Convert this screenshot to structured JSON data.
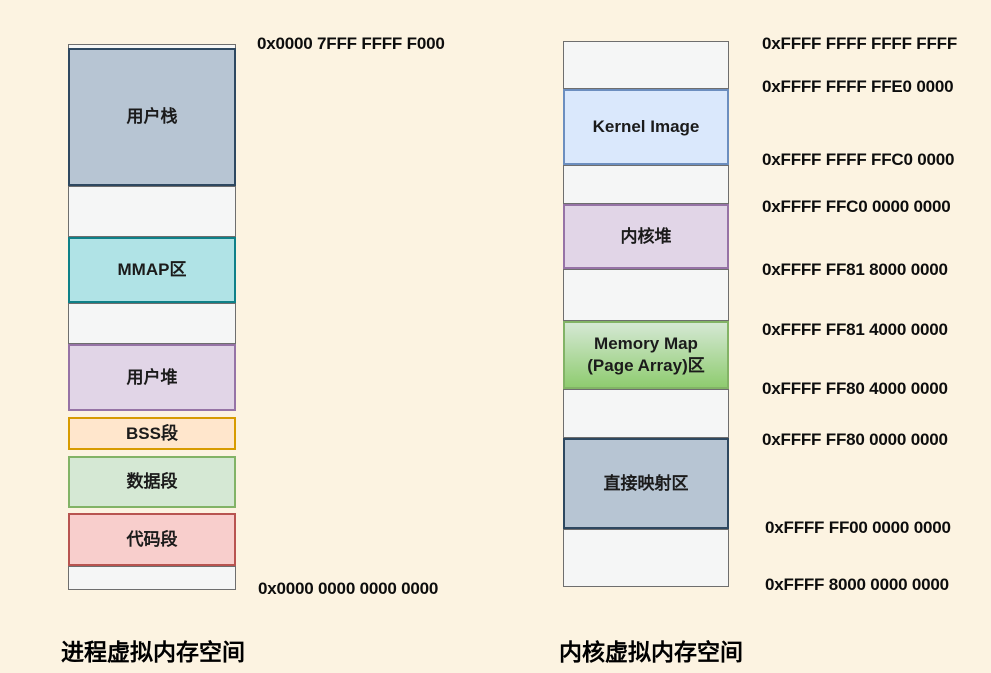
{
  "palette": {
    "page_bg": "#fcf3e1",
    "empty_fill": "#f5f6f6",
    "empty_border": "#6e6e6e",
    "blue_gray_fill": "#b7c5d3",
    "blue_gray_border": "#2e4860",
    "teal_fill": "#b0e3e6",
    "teal_border": "#0e8088",
    "purple_fill": "#e1d5e7",
    "purple_border": "#9673a6",
    "orange_fill": "#ffe6cc",
    "orange_border": "#d79b00",
    "green_fill": "#d5e8d4",
    "green_border": "#82b366",
    "red_fill": "#f8cecc",
    "red_border": "#b85450",
    "blue_fill": "#dae8fc",
    "blue_border": "#6c8ebf",
    "green_grad_top": "#d5e8d4",
    "green_grad_bottom": "#8fcc70"
  },
  "process_space": {
    "caption": "进程虚拟内存空间",
    "top_address": "0x0000 7FFF FFFF F000",
    "bottom_address": "0x0000 0000 0000 0000",
    "segments": [
      {
        "label": ""
      },
      {
        "label": "用户栈"
      },
      {
        "label": ""
      },
      {
        "label": "MMAP区"
      },
      {
        "label": ""
      },
      {
        "label": "用户堆"
      },
      {
        "label": "BSS段"
      },
      {
        "label": "数据段"
      },
      {
        "label": "代码段"
      },
      {
        "label": ""
      }
    ]
  },
  "kernel_space": {
    "caption": "内核虚拟内存空间",
    "segments": [
      {
        "label": ""
      },
      {
        "label": "Kernel Image"
      },
      {
        "label": ""
      },
      {
        "label": "内核堆"
      },
      {
        "label": ""
      },
      {
        "label_line1": "Memory Map",
        "label_line2": "(Page Array)区"
      },
      {
        "label": ""
      },
      {
        "label": "直接映射区"
      },
      {
        "label": ""
      }
    ],
    "addresses": [
      "0xFFFF FFFF FFFF FFFF",
      "0xFFFF FFFF FFE0 0000",
      "0xFFFF FFFF FFC0 0000",
      "0xFFFF FFC0 0000 0000",
      "0xFFFF FF81 8000 0000",
      "0xFFFF FF81 4000 0000",
      "0xFFFF FF80 4000 0000",
      "0xFFFF FF80 0000 0000",
      "0xFFFF FF00 0000 0000",
      "0xFFFF 8000 0000 0000"
    ]
  }
}
